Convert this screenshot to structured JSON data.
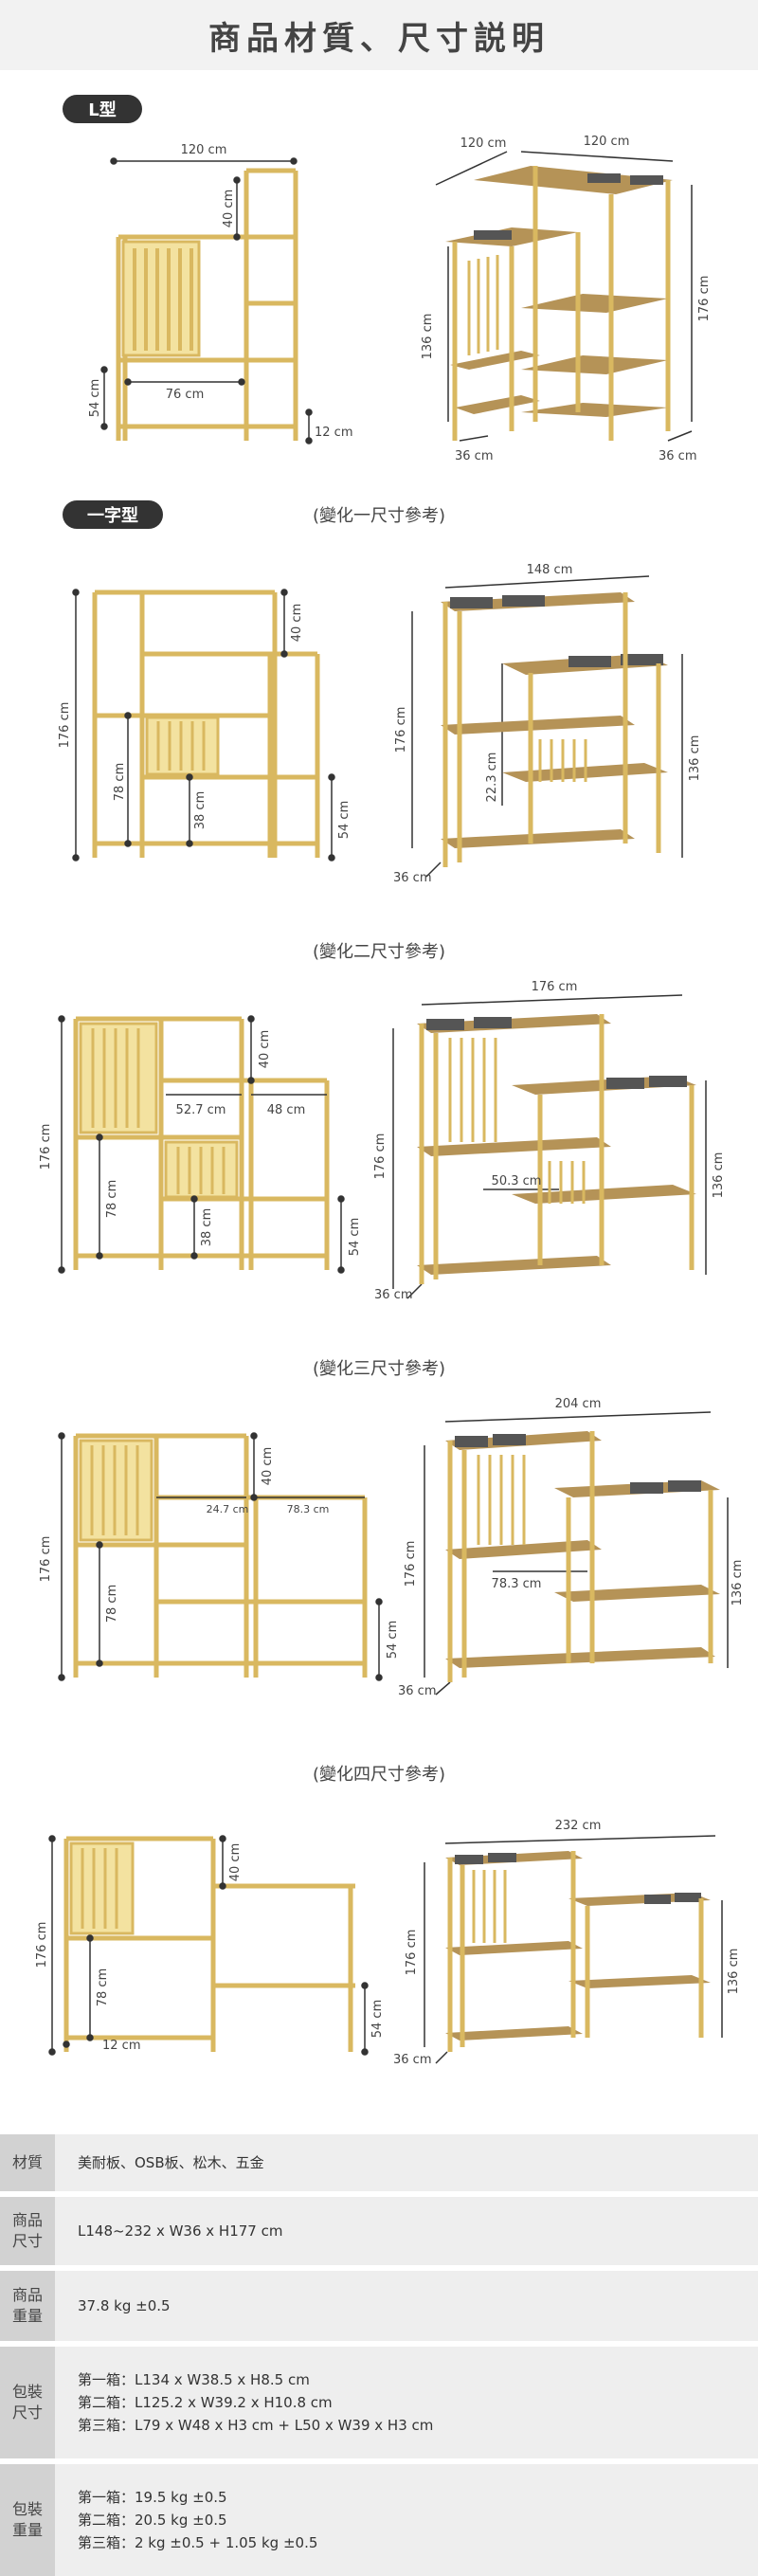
{
  "header": {
    "title": "商品材質、尺寸説明"
  },
  "l_type": {
    "badge": "L型",
    "left_dims": {
      "width": "120 cm",
      "top_gap": "40 cm",
      "height": "54 cm",
      "inner": "76 cm",
      "foot": "12 cm"
    },
    "right_dims": {
      "depth_a": "120 cm",
      "depth_b": "120 cm",
      "h_left": "136 cm",
      "h_right": "176 cm",
      "d_left": "36 cm",
      "d_right": "36 cm"
    }
  },
  "i_type": {
    "badge": "一字型"
  },
  "variants": [
    {
      "title": "(變化一尺寸參考)",
      "front": {
        "h": "176 cm",
        "top": "40 cm",
        "mid": "78 cm",
        "low": "38 cm",
        "right_h": "54 cm"
      },
      "iso": {
        "w": "148 cm",
        "h": "176 cm",
        "h2": "136 cm",
        "inner": "22.3 cm",
        "d": "36 cm"
      }
    },
    {
      "title": "(變化二尺寸參考)",
      "front": {
        "h": "176 cm",
        "top": "40 cm",
        "a": "52.7 cm",
        "b": "48 cm",
        "mid": "78 cm",
        "low": "38 cm",
        "right_h": "54 cm"
      },
      "iso": {
        "w": "176 cm",
        "h": "176 cm",
        "h2": "136 cm",
        "inner": "50.3 cm",
        "d": "36 cm"
      }
    },
    {
      "title": "(變化三尺寸參考)",
      "front": {
        "h": "176 cm",
        "top": "40 cm",
        "a": "24.7 cm",
        "b": "78.3 cm",
        "mid": "78 cm",
        "right_h": "54 cm"
      },
      "iso": {
        "w": "204 cm",
        "h": "176 cm",
        "h2": "136 cm",
        "inner": "78.3 cm",
        "d": "36 cm"
      }
    },
    {
      "title": "(變化四尺寸參考)",
      "front": {
        "h": "176 cm",
        "top": "40 cm",
        "mid": "78 cm",
        "foot": "12 cm",
        "right_h": "54 cm"
      },
      "iso": {
        "w": "232 cm",
        "h": "176 cm",
        "h2": "136 cm",
        "d": "36 cm"
      }
    }
  ],
  "specs": [
    {
      "label1": "材質",
      "label2": "",
      "lines": [
        "美耐板、OSB板、松木、五金"
      ]
    },
    {
      "label1": "商品",
      "label2": "尺寸",
      "lines": [
        "L148~232 x W36 x H177 cm"
      ]
    },
    {
      "label1": "商品",
      "label2": "重量",
      "lines": [
        "37.8 kg ±0.5"
      ]
    },
    {
      "label1": "包裝",
      "label2": "尺寸",
      "lines": [
        "第一箱：L134 x W38.5 x H8.5 cm",
        "第二箱：L125.2 x W39.2 x H10.8 cm",
        "第三箱：L79 x W48 x H3 cm + L50 x W39 x H3 cm"
      ]
    },
    {
      "label1": "包裝",
      "label2": "重量",
      "lines": [
        "第一箱：19.5 kg ±0.5",
        "第二箱：20.5 kg ±0.5",
        "第三箱：2 kg ±0.5 + 1.05 kg ±0.5"
      ]
    }
  ]
}
